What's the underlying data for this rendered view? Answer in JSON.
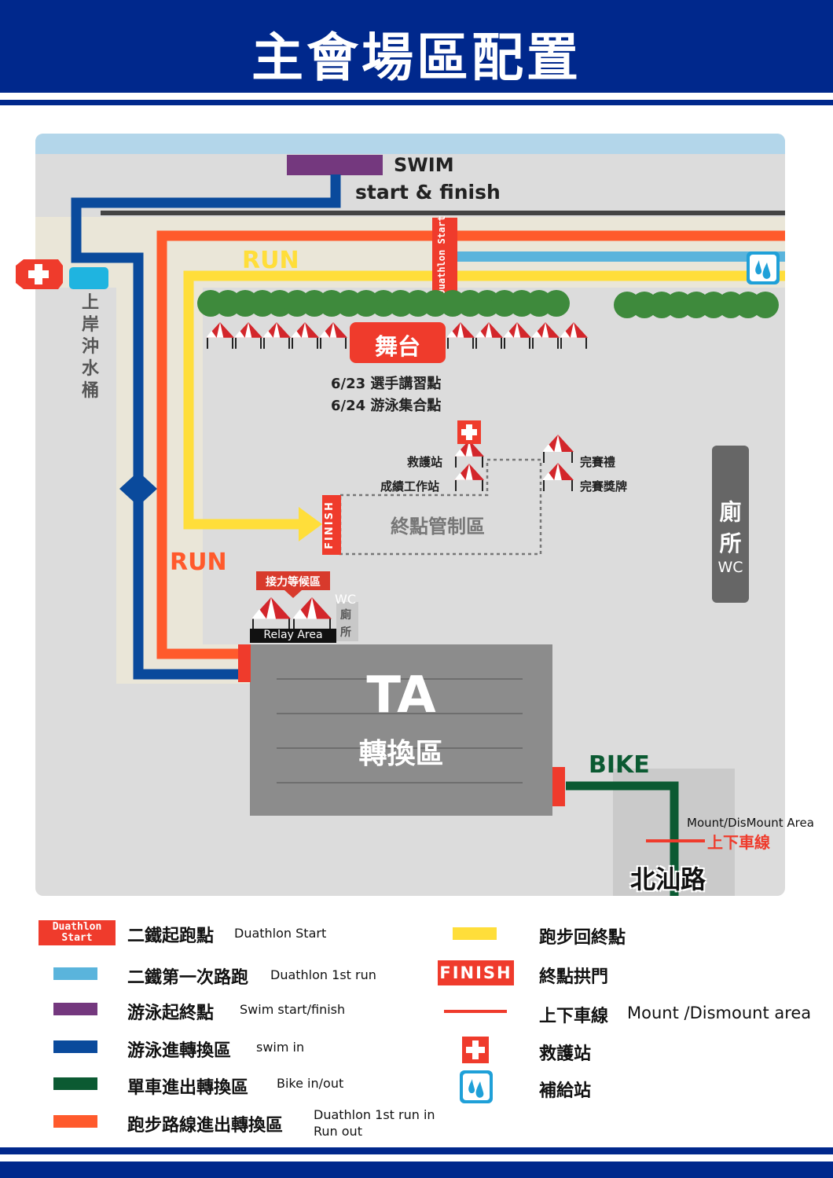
{
  "title": "主會場區配置",
  "colors": {
    "navy": "#00288c",
    "duathlon_start": "#ef3b2c",
    "duathlon_first_run": "#5ab4dc",
    "swim": "#74387e",
    "swim_in": "#0a4a9c",
    "bike": "#0b5a32",
    "run": "#ff5a2c",
    "run_return": "#ffde3a",
    "first_aid": "#ef3b2c",
    "water": "#1fa0d8"
  },
  "map": {
    "swim_label_1": "SWIM",
    "swim_label_2": "start & finish",
    "run_label_top": "RUN",
    "run_label_left": "RUN",
    "duathlon_start_banner": "Duathlon Start",
    "shower_label": "上岸沖水桶",
    "stage": "舞台",
    "stage_note_1": "6/23 選手講習點",
    "stage_note_2": "6/24 游泳集合點",
    "first_aid_tent": "救護站",
    "results_tent": "成績工作站",
    "finish_towel": "完賽禮",
    "finish_medal": "完賽獎牌",
    "finish_arch": "FINISH",
    "finish_zone": "終點管制區",
    "toilet_big_1": "廁",
    "toilet_big_2": "所",
    "toilet_big_wc": "WC",
    "relay_header": "接力等候區",
    "relay_area": "Relay Area",
    "toilet_small_wc": "WC",
    "toilet_small_1": "廁",
    "toilet_small_2": "所",
    "ta_big": "TA",
    "ta_zh": "轉換區",
    "bike_label": "BIKE",
    "mount_en": "Mount/DisMount Area",
    "mount_zh": "上下車線",
    "road": "北汕路"
  },
  "legend": {
    "left": [
      {
        "zh": "二鐵起跑點",
        "en": "Duathlon Start",
        "badge": "Duathlon Start"
      },
      {
        "zh": "二鐵第一次路跑",
        "en": "Duathlon 1st run"
      },
      {
        "zh": "游泳起終點",
        "en": "Swim start/finish"
      },
      {
        "zh": "游泳進轉換區",
        "en": "swim in"
      },
      {
        "zh": "單車進出轉換區",
        "en": "Bike in/out"
      },
      {
        "zh": "跑步路線進出轉換區",
        "en": "Duathlon 1st run in",
        "en2": "Run out"
      }
    ],
    "right": [
      {
        "zh": "跑步回終點",
        "en": ""
      },
      {
        "zh": "終點拱門",
        "en": "",
        "badge": "FINISH"
      },
      {
        "zh": "上下車線",
        "en": "Mount /Dismount area"
      },
      {
        "zh": "救護站",
        "en": ""
      },
      {
        "zh": "補給站",
        "en": ""
      }
    ]
  }
}
